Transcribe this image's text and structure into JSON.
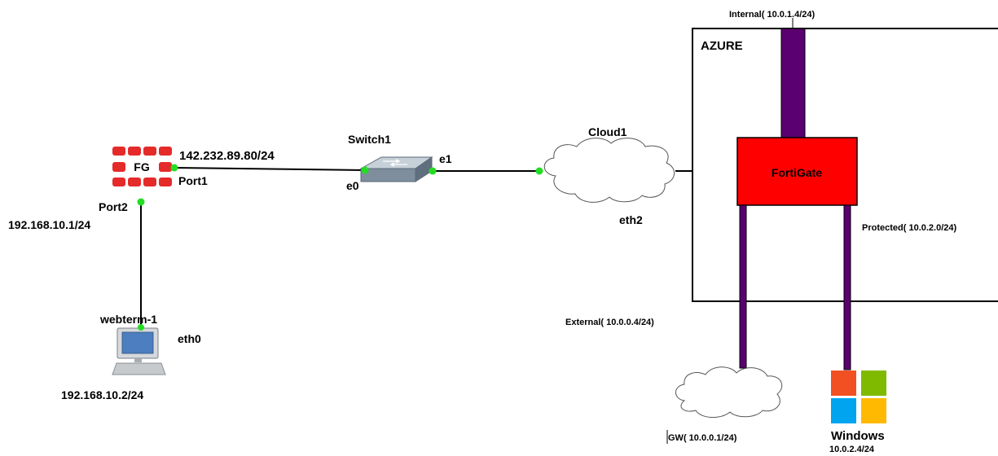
{
  "azure": {
    "title": "AZURE"
  },
  "fortigate_vm": {
    "label": "FortiGate"
  },
  "interfaces": {
    "internal": "Internal( 10.0.1.4/24)",
    "external": "External( 10.0.0.4/24)",
    "protected": "Protected( 10.0.2.0/24)",
    "gw": "GW( 10.0.0.1/24)"
  },
  "windows": {
    "name": "Windows",
    "ip": "10.0.2.4/24",
    "logo_colors": [
      "#f25022",
      "#7fba00",
      "#00a4ef",
      "#ffb900"
    ]
  },
  "fg_node": {
    "logo_text": "FG",
    "port1": "Port1",
    "port1_ip": "142.232.89.80/24",
    "port2": "Port2",
    "port2_ip": "192.168.10.1/24",
    "color": "#e52a2a"
  },
  "switch1": {
    "name": "Switch1",
    "e0": "e0",
    "e1": "e1"
  },
  "cloud1": {
    "name": "Cloud1",
    "eth2": "eth2"
  },
  "webterm": {
    "name": "webterm-1",
    "eth0": "eth0",
    "ip": "192.168.10.2/24"
  },
  "colors": {
    "fortigate_red": "#ff0000",
    "link_purple": "#5a0070",
    "port_green": "#22dd22"
  }
}
